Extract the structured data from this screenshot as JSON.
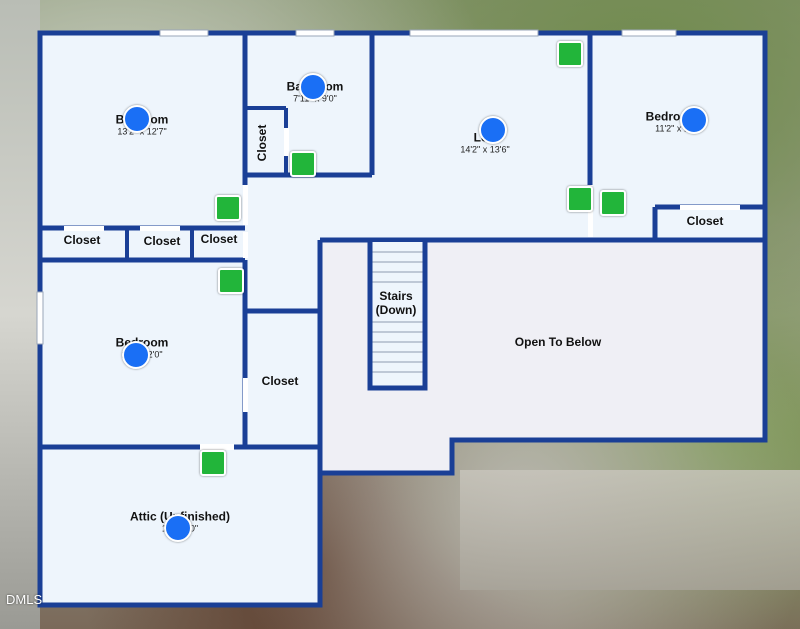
{
  "rooms": {
    "bedroom_tl": {
      "name": "Bedroom",
      "dims": "13'2\" x 12'7\""
    },
    "bathroom": {
      "name": "Bathroom",
      "dims": "7'11\" x 9'0\""
    },
    "loft": {
      "name": "Loft",
      "dims": "14'2\" x 13'6\""
    },
    "bedroom_tr": {
      "name": "Bedroom",
      "dims": "11'2\" x 1"
    },
    "bedroom_ml": {
      "name": "Bedroom",
      "dims": "13' x 12'0\""
    },
    "attic": {
      "name": "Attic (Unfinished)",
      "dims": "18' x 0'0\""
    },
    "stairs": {
      "name": "Stairs",
      "sub": "(Down)"
    },
    "open_below": {
      "name": "Open To Below"
    }
  },
  "closets": {
    "label": "Closet"
  },
  "watermark": "DMLS",
  "colors": {
    "wall": "#1a3f96",
    "pin": "#1a6ff5",
    "marker": "#22b53a",
    "room_fill": "#eef5fc"
  }
}
